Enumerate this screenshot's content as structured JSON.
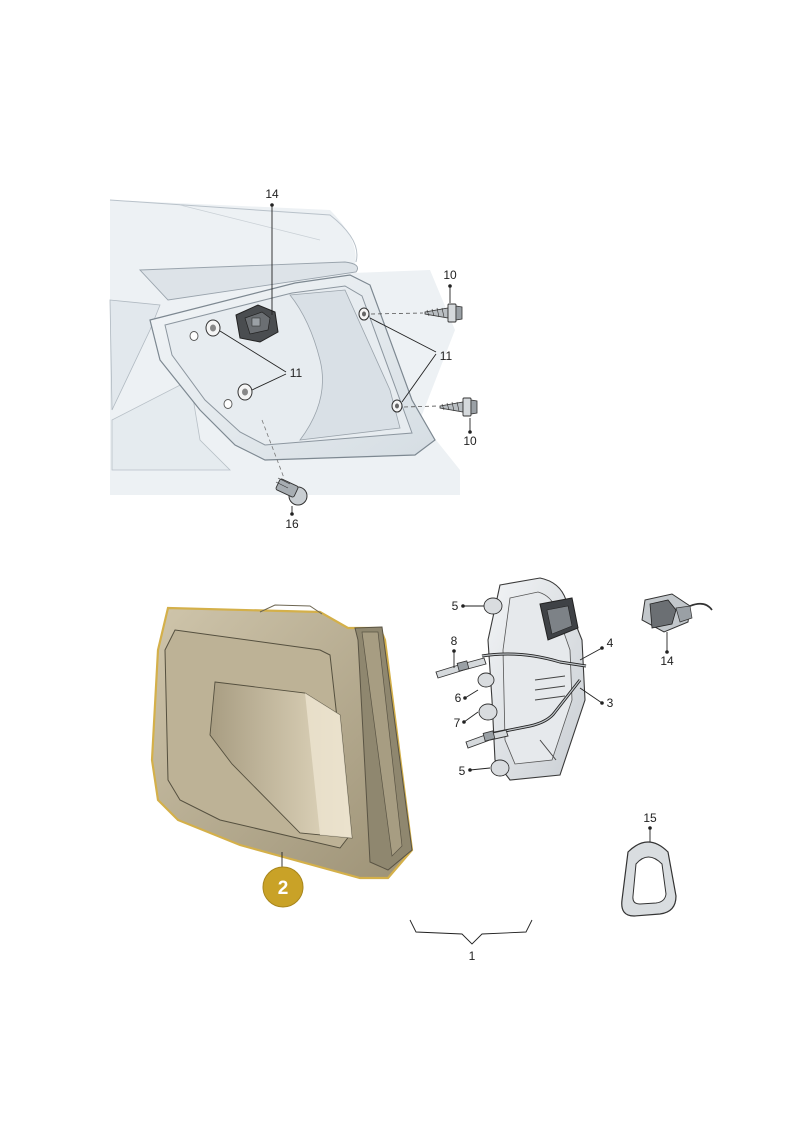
{
  "callouts": {
    "c14_top": "14",
    "c10_top": "10",
    "c11_left": "11",
    "c11_right": "11",
    "c10_bottom": "10",
    "c16": "16",
    "c5_top": "5",
    "c8": "8",
    "c4": "4",
    "c6": "6",
    "c3": "3",
    "c7": "7",
    "c5_bottom": "5",
    "c14_right": "14",
    "c15": "15",
    "c2": "2",
    "c1": "1"
  },
  "colors": {
    "highlight_badge": "#c9a227",
    "highlight_outline": "#d4b04a",
    "body_panel": "#e4eaef",
    "lamp_tint": "#b8ab8c"
  }
}
